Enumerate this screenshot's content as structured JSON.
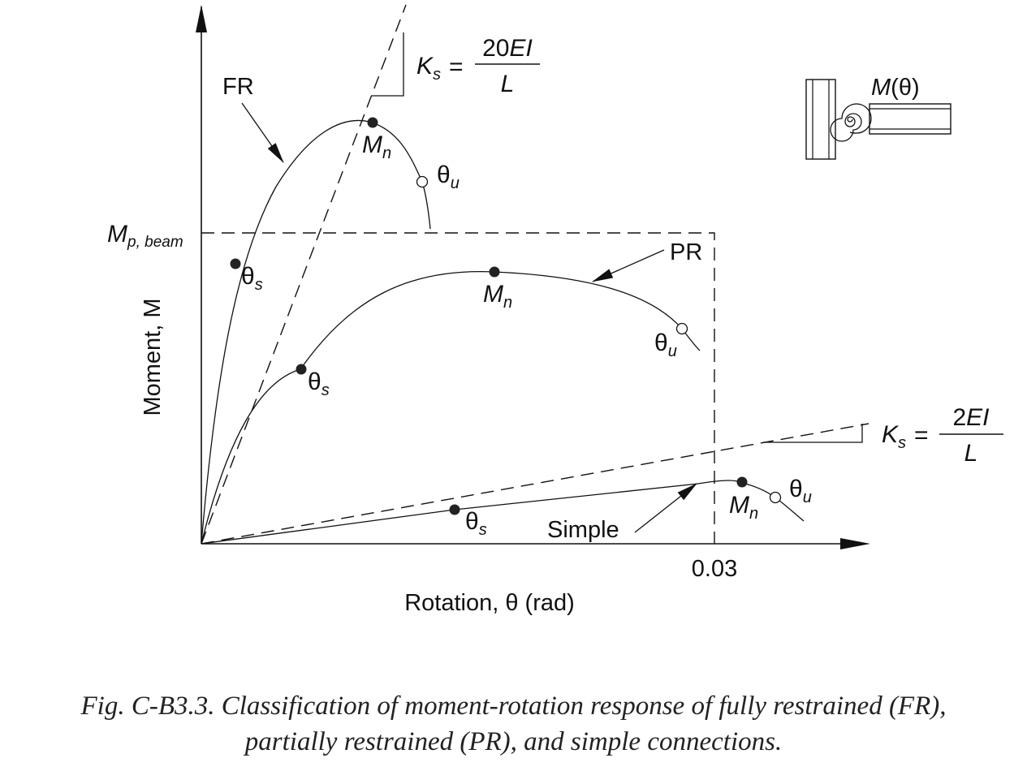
{
  "axes": {
    "x_label": "Rotation, θ (rad)",
    "y_label": "Moment, M",
    "x_tick": "0.03",
    "y_tick": {
      "main": "M",
      "sub": "p, beam"
    }
  },
  "curves": {
    "fr": {
      "label": "FR"
    },
    "pr": {
      "label": "PR"
    },
    "simple": {
      "label": "Simple"
    }
  },
  "point_labels": {
    "theta": "θ",
    "m": "M",
    "sub_s": "s",
    "sub_u": "u",
    "sub_n": "n"
  },
  "stiffness": {
    "ks_main": "K",
    "ks_sub": "s",
    "eq": "=",
    "fr_num_num": "20",
    "fr_num_ei": "EI",
    "simple_num_num": "2",
    "simple_num_ei": "EI",
    "den": "L"
  },
  "connection_icon": {
    "label_m": "M",
    "label_theta": "(θ)"
  },
  "caption": {
    "line1": "Fig. C-B3.3.  Classification of moment-rotation response of fully restrained (FR),",
    "line2": "partially restrained (PR), and simple connections."
  }
}
